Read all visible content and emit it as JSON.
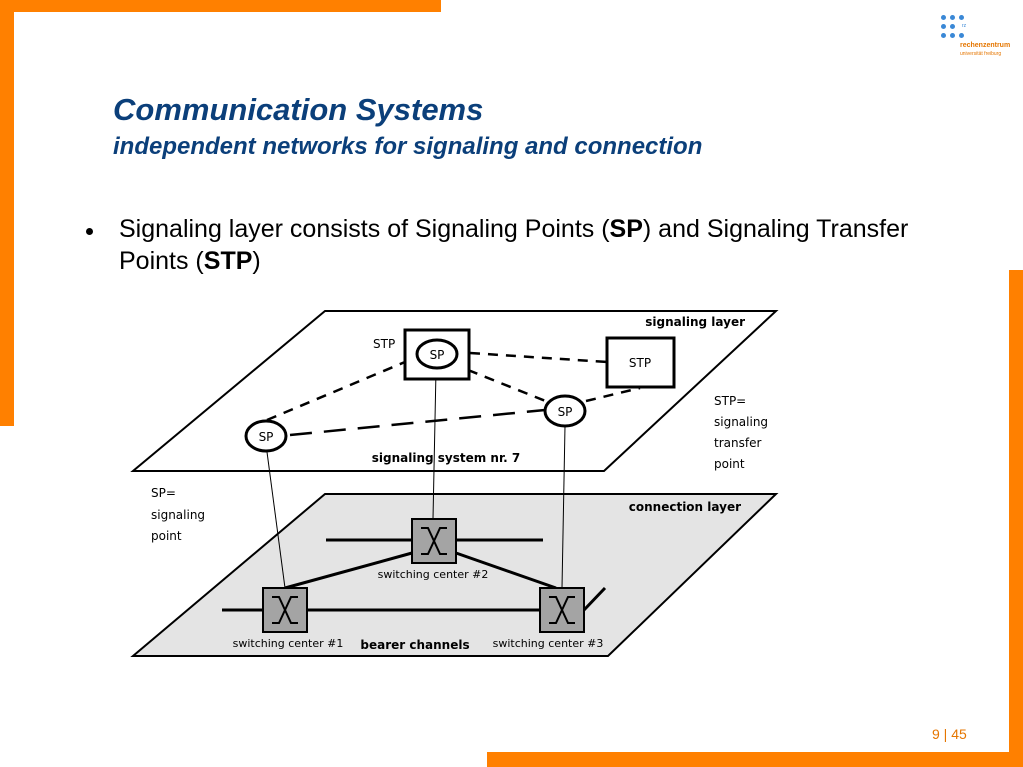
{
  "slide": {
    "title": "Communication Systems",
    "subtitle": "independent networks for signaling and connection",
    "bullet": {
      "part1": "Signaling layer consists of Signaling Points (",
      "bold1": "SP",
      "part2": ") and Signaling Transfer Points (",
      "bold2": "STP",
      "part3": ")"
    }
  },
  "logo": {
    "icon": "dot-grid-logo",
    "rz": "rz",
    "name": "rechenzentrum",
    "sub": "universität freiburg"
  },
  "diagram": {
    "signaling_layer": {
      "title": "signaling layer",
      "footer": "signaling system nr. 7",
      "stp_label": "STP",
      "stp_node_1": "SP",
      "stp_node_2": "STP",
      "sp_node_1": "SP",
      "sp_node_2": "SP"
    },
    "connection_layer": {
      "title": "connection layer",
      "footer": "bearer channels",
      "switch_1": "switching center #1",
      "switch_2": "switching center #2",
      "switch_3": "switching center #3"
    },
    "legend_stp": [
      "STP=",
      "signaling",
      "transfer",
      "point"
    ],
    "legend_sp": [
      "SP=",
      "signaling",
      "point"
    ]
  },
  "footer": {
    "page": "9",
    "separator": " | ",
    "total": "45"
  },
  "colors": {
    "accent": "#ff8000",
    "title": "#0b3f7a",
    "connection_layer_fill": "#e4e4e4",
    "switch_fill": "#a4a4a4"
  }
}
